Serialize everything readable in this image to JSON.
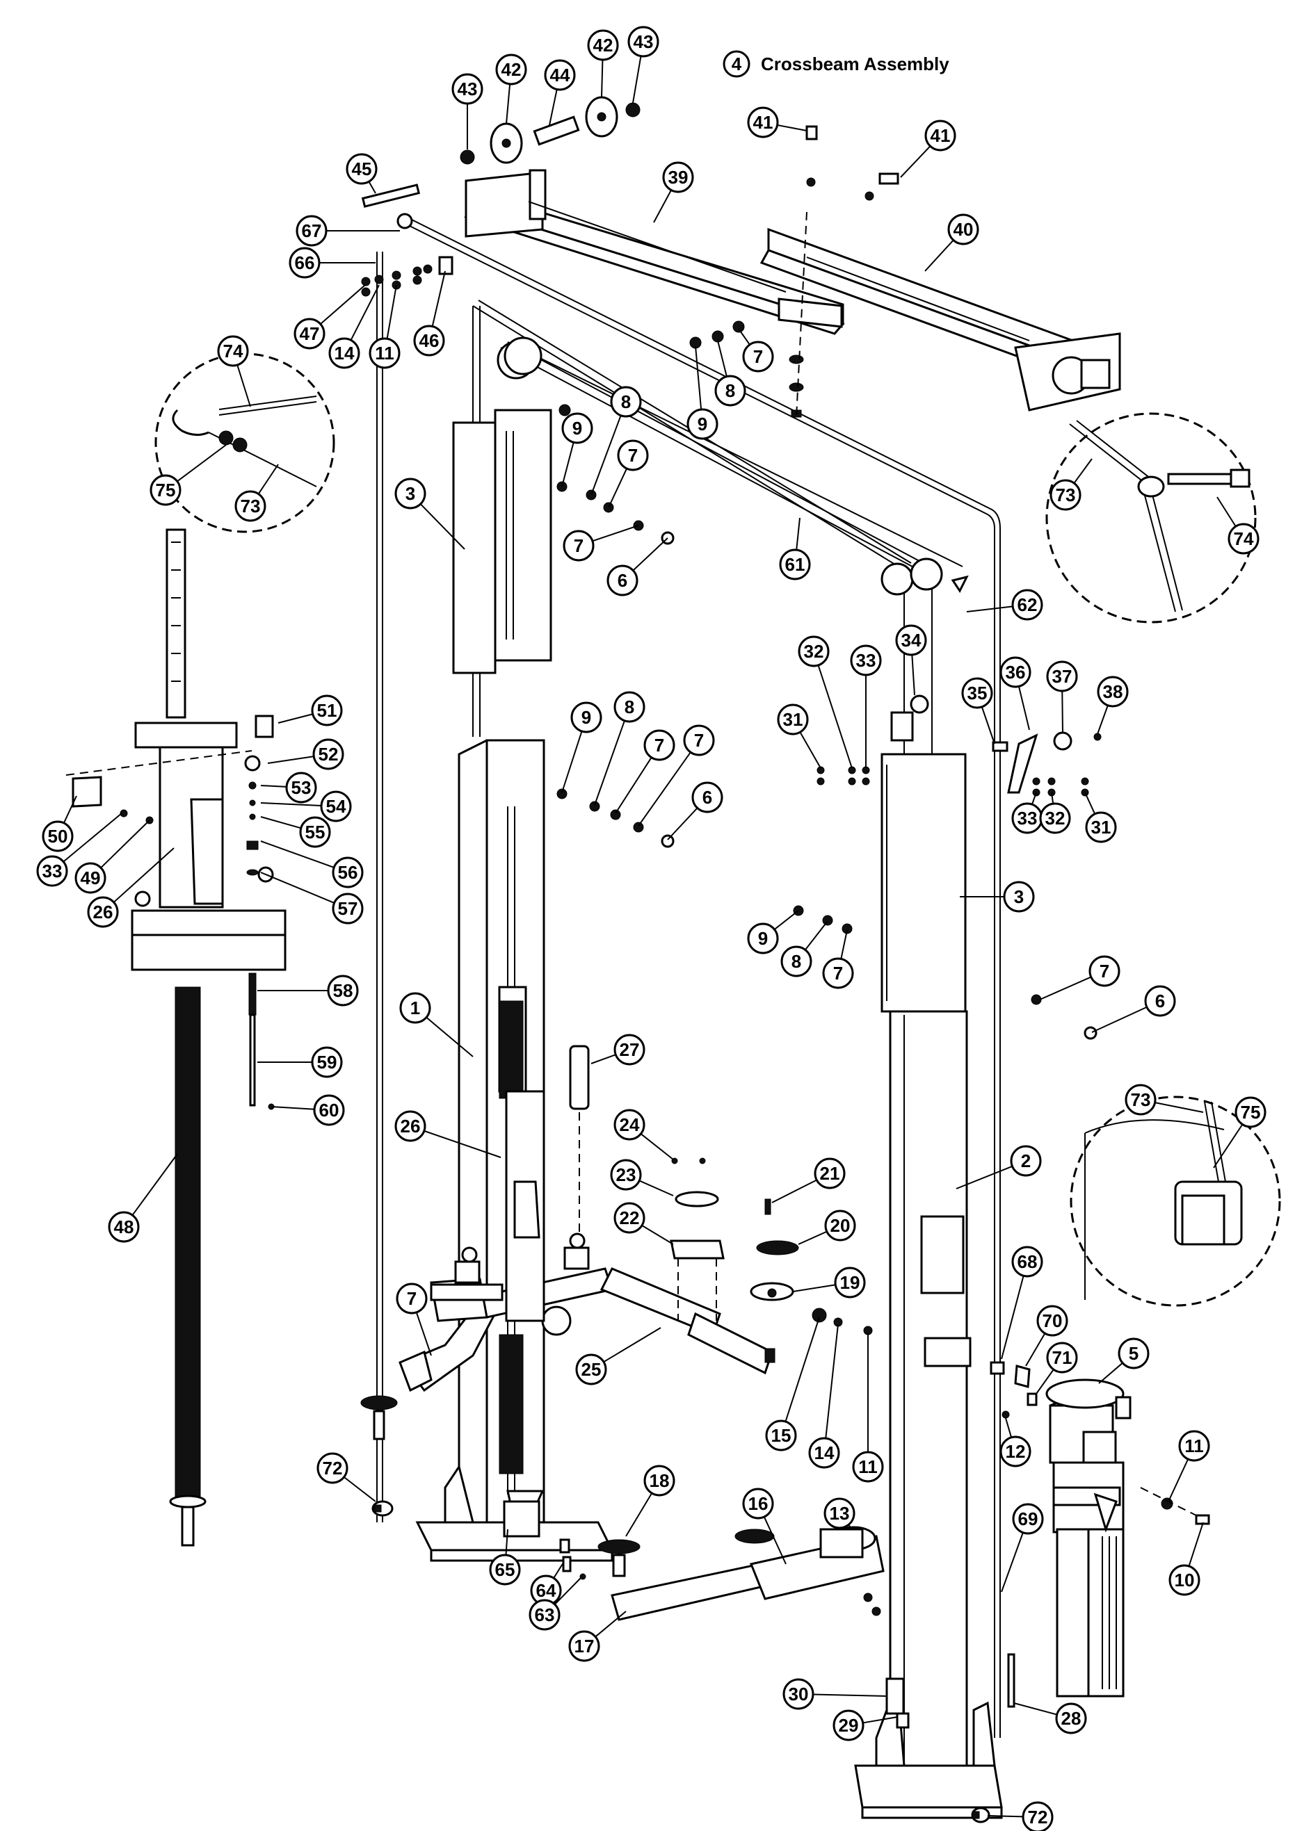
{
  "title": {
    "number": "4",
    "label": "Crossbeam Assembly"
  },
  "callouts": [
    {
      "id": "c43a",
      "label": "43"
    },
    {
      "id": "c42a",
      "label": "42"
    },
    {
      "id": "c44",
      "label": "44"
    },
    {
      "id": "c42b",
      "label": "42"
    },
    {
      "id": "c43b",
      "label": "43"
    },
    {
      "id": "c41a",
      "label": "41"
    },
    {
      "id": "c41b",
      "label": "41"
    },
    {
      "id": "c45",
      "label": "45"
    },
    {
      "id": "c39",
      "label": "39"
    },
    {
      "id": "c40",
      "label": "40"
    },
    {
      "id": "c67",
      "label": "67"
    },
    {
      "id": "c66",
      "label": "66"
    },
    {
      "id": "c47",
      "label": "47"
    },
    {
      "id": "c14a",
      "label": "14"
    },
    {
      "id": "c11a",
      "label": "11"
    },
    {
      "id": "c46",
      "label": "46"
    },
    {
      "id": "c7a",
      "label": "7"
    },
    {
      "id": "c8a",
      "label": "8"
    },
    {
      "id": "c9a",
      "label": "9"
    },
    {
      "id": "c74a",
      "label": "74"
    },
    {
      "id": "c75a",
      "label": "75"
    },
    {
      "id": "c73a",
      "label": "73"
    },
    {
      "id": "c8b",
      "label": "8"
    },
    {
      "id": "c9b",
      "label": "9"
    },
    {
      "id": "c7b",
      "label": "7"
    },
    {
      "id": "c7c",
      "label": "7"
    },
    {
      "id": "c6a",
      "label": "6"
    },
    {
      "id": "c3a",
      "label": "3"
    },
    {
      "id": "c61",
      "label": "61"
    },
    {
      "id": "c73b",
      "label": "73"
    },
    {
      "id": "c74b",
      "label": "74"
    },
    {
      "id": "c62",
      "label": "62"
    },
    {
      "id": "c32a",
      "label": "32"
    },
    {
      "id": "c33a",
      "label": "33"
    },
    {
      "id": "c34",
      "label": "34"
    },
    {
      "id": "c35",
      "label": "35"
    },
    {
      "id": "c36",
      "label": "36"
    },
    {
      "id": "c37",
      "label": "37"
    },
    {
      "id": "c38",
      "label": "38"
    },
    {
      "id": "c31a",
      "label": "31"
    },
    {
      "id": "c51",
      "label": "51"
    },
    {
      "id": "c52",
      "label": "52"
    },
    {
      "id": "c9c",
      "label": "9"
    },
    {
      "id": "c8c",
      "label": "8"
    },
    {
      "id": "c7d",
      "label": "7"
    },
    {
      "id": "c7e",
      "label": "7"
    },
    {
      "id": "c6b",
      "label": "6"
    },
    {
      "id": "c53",
      "label": "53"
    },
    {
      "id": "c54",
      "label": "54"
    },
    {
      "id": "c55",
      "label": "55"
    },
    {
      "id": "c50",
      "label": "50"
    },
    {
      "id": "c33b",
      "label": "33"
    },
    {
      "id": "c49",
      "label": "49"
    },
    {
      "id": "c56",
      "label": "56"
    },
    {
      "id": "c26a",
      "label": "26"
    },
    {
      "id": "c57",
      "label": "57"
    },
    {
      "id": "c33c",
      "label": "33"
    },
    {
      "id": "c32b",
      "label": "32"
    },
    {
      "id": "c31b",
      "label": "31"
    },
    {
      "id": "c3b",
      "label": "3"
    },
    {
      "id": "c9d",
      "label": "9"
    },
    {
      "id": "c8d",
      "label": "8"
    },
    {
      "id": "c7f",
      "label": "7"
    },
    {
      "id": "c7g",
      "label": "7"
    },
    {
      "id": "c6c",
      "label": "6"
    },
    {
      "id": "c58",
      "label": "58"
    },
    {
      "id": "c1",
      "label": "1"
    },
    {
      "id": "c27",
      "label": "27"
    },
    {
      "id": "c59",
      "label": "59"
    },
    {
      "id": "c60",
      "label": "60"
    },
    {
      "id": "c73c",
      "label": "73"
    },
    {
      "id": "c75b",
      "label": "75"
    },
    {
      "id": "c26b",
      "label": "26"
    },
    {
      "id": "c24",
      "label": "24"
    },
    {
      "id": "c2",
      "label": "2"
    },
    {
      "id": "c23",
      "label": "23"
    },
    {
      "id": "c21",
      "label": "21"
    },
    {
      "id": "c22",
      "label": "22"
    },
    {
      "id": "c20",
      "label": "20"
    },
    {
      "id": "c48",
      "label": "48"
    },
    {
      "id": "c19",
      "label": "19"
    },
    {
      "id": "c68",
      "label": "68"
    },
    {
      "id": "c7h",
      "label": "7"
    },
    {
      "id": "c70",
      "label": "70"
    },
    {
      "id": "c25",
      "label": "25"
    },
    {
      "id": "c71",
      "label": "71"
    },
    {
      "id": "c5",
      "label": "5"
    },
    {
      "id": "c15",
      "label": "15"
    },
    {
      "id": "c14b",
      "label": "14"
    },
    {
      "id": "c11b",
      "label": "11"
    },
    {
      "id": "c12",
      "label": "12"
    },
    {
      "id": "c11c",
      "label": "11"
    },
    {
      "id": "c72a",
      "label": "72"
    },
    {
      "id": "c18",
      "label": "18"
    },
    {
      "id": "c69",
      "label": "69"
    },
    {
      "id": "c16",
      "label": "16"
    },
    {
      "id": "c13",
      "label": "13"
    },
    {
      "id": "c10",
      "label": "10"
    },
    {
      "id": "c65",
      "label": "65"
    },
    {
      "id": "c64",
      "label": "64"
    },
    {
      "id": "c63",
      "label": "63"
    },
    {
      "id": "c17",
      "label": "17"
    },
    {
      "id": "c30",
      "label": "30"
    },
    {
      "id": "c28",
      "label": "28"
    },
    {
      "id": "c29",
      "label": "29"
    },
    {
      "id": "c72b",
      "label": "72"
    }
  ]
}
